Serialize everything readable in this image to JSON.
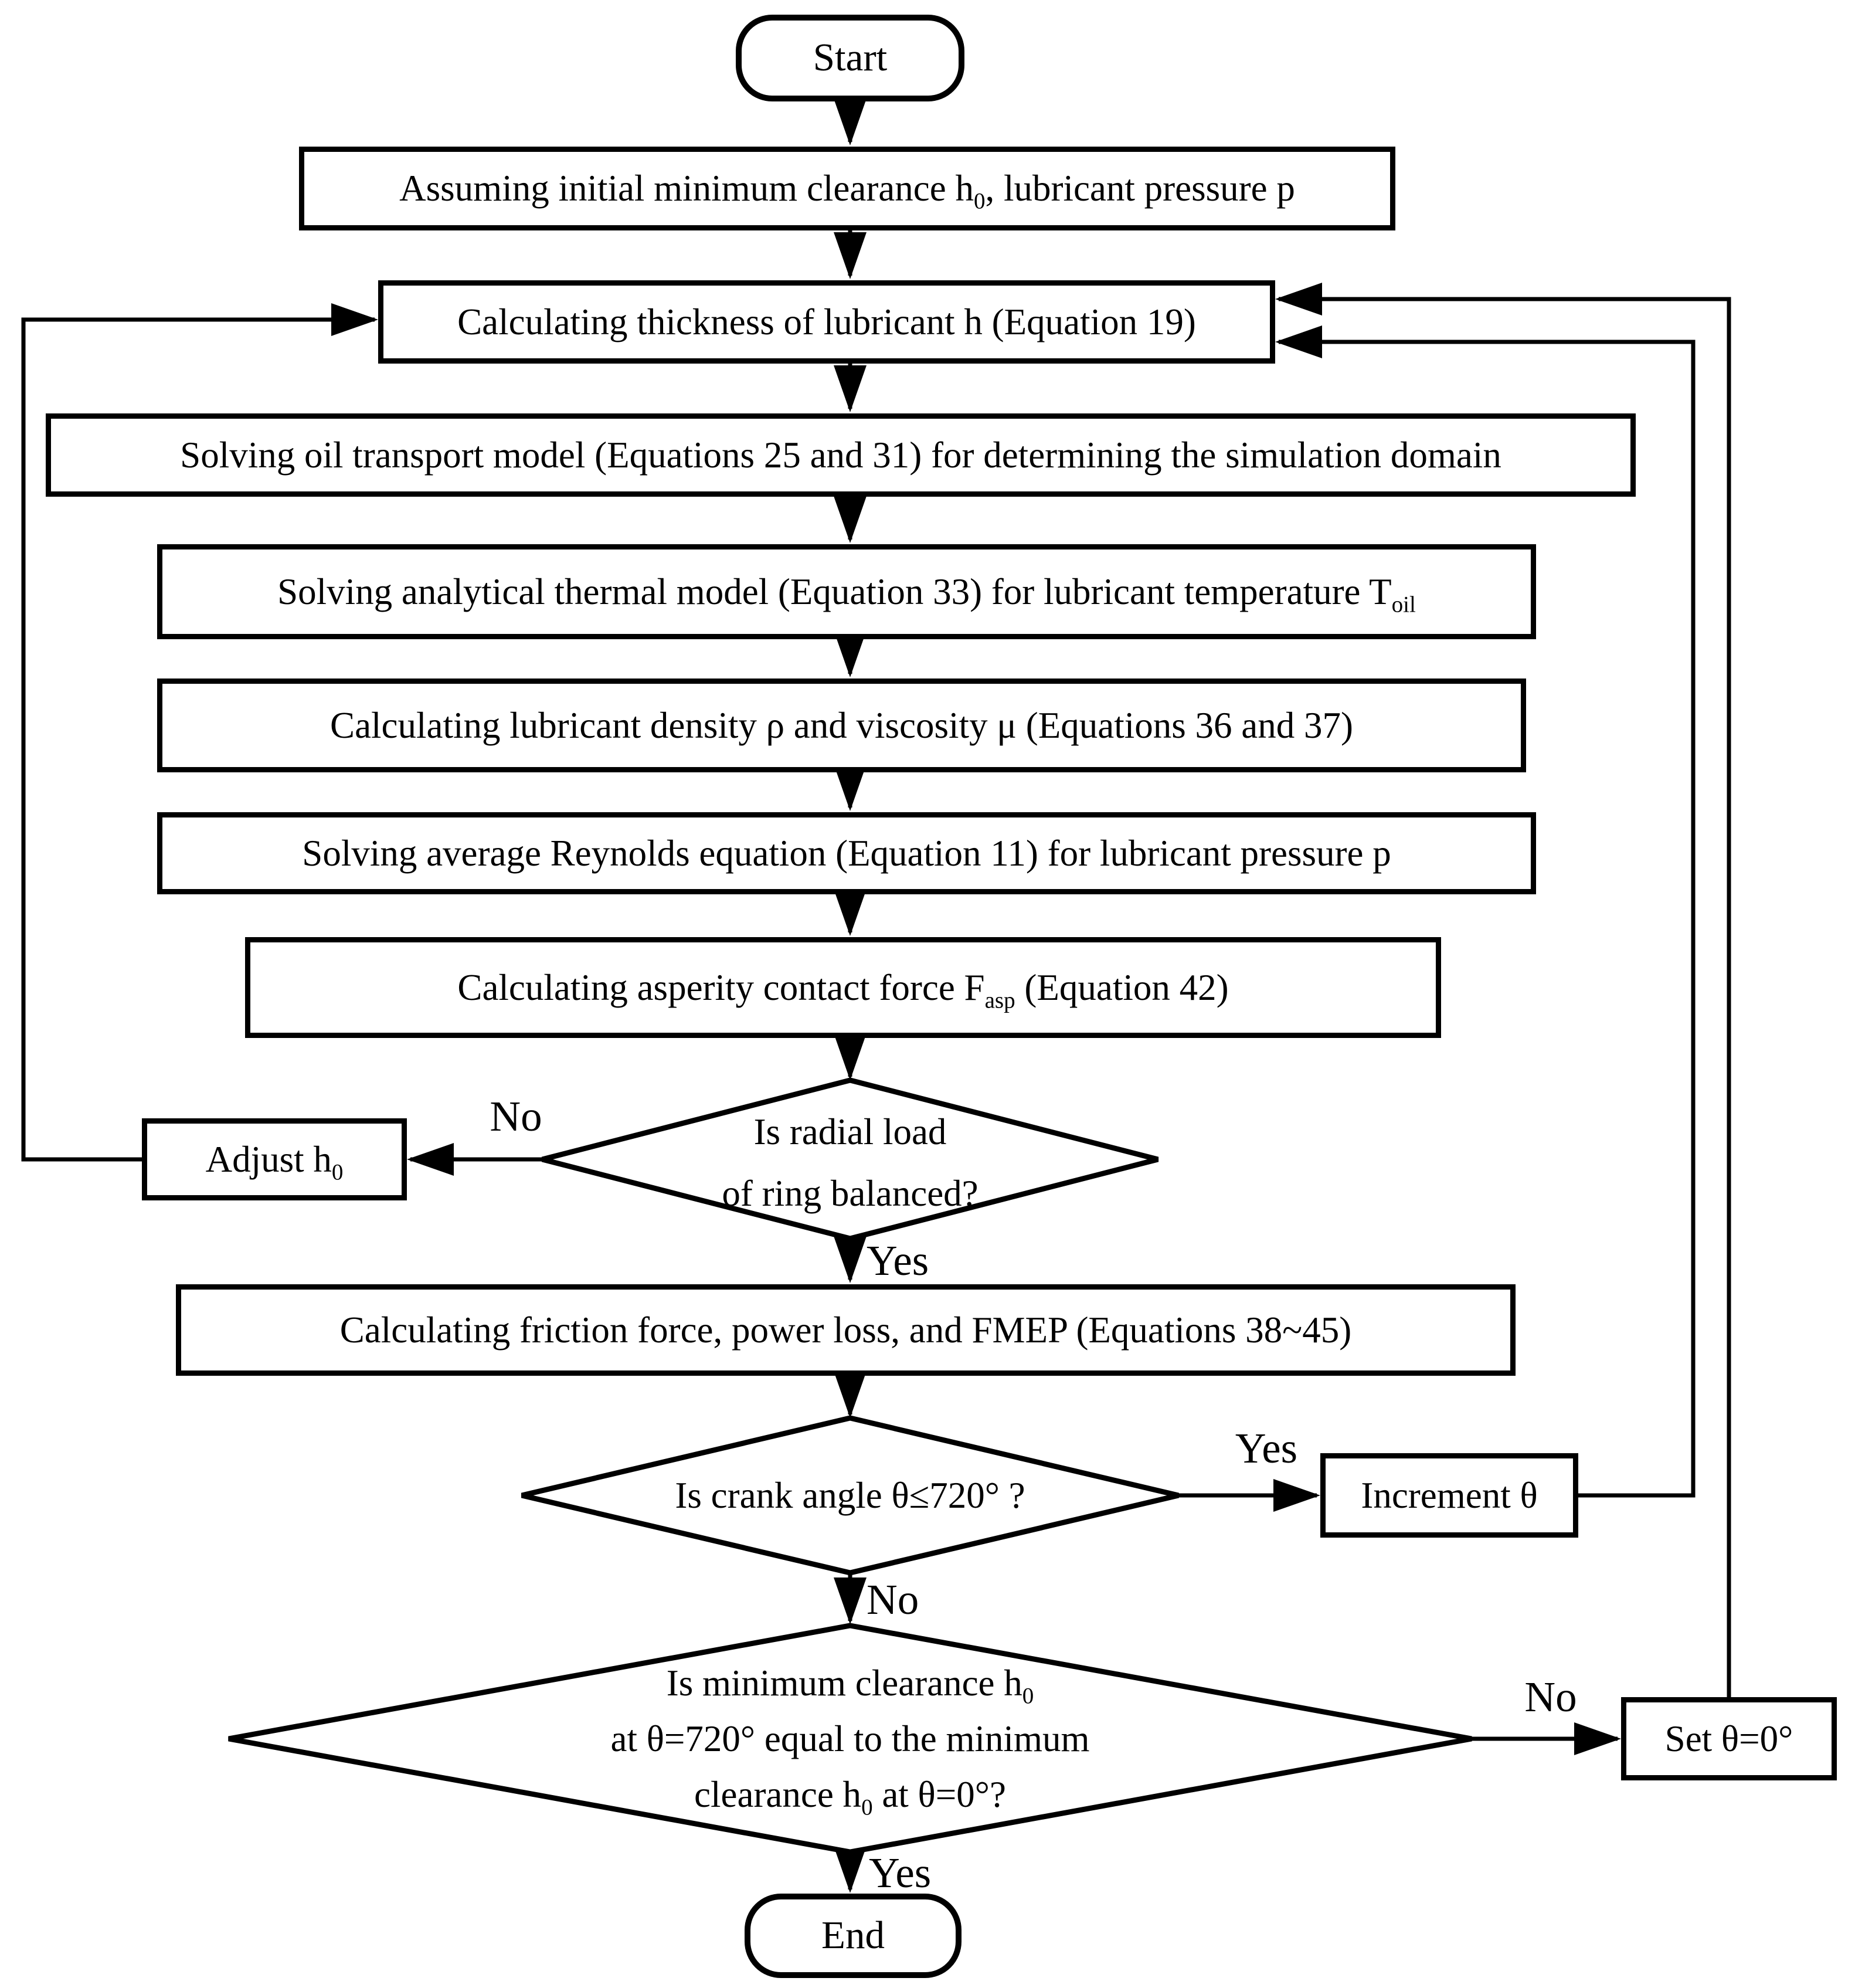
{
  "diagram": {
    "title_hint": "Piston ring lubrication simulation flowchart",
    "colors": {
      "stroke": "#000000",
      "background": "#ffffff",
      "text": "#000000"
    },
    "nodes": {
      "start": {
        "label": "Start"
      },
      "init": {
        "p1": "Assuming initial minimum clearance h",
        "sub1": "0",
        "p2": ", lubricant pressure p"
      },
      "thickness": {
        "label": "Calculating thickness of lubricant h (Equation 19)"
      },
      "oil_transport": {
        "label": "Solving oil transport model (Equations 25 and 31) for determining the simulation domain"
      },
      "thermal": {
        "p1": "Solving analytical  thermal model (Equation 33) for lubricant temperature T",
        "sub1": "oil"
      },
      "density": {
        "label": "Calculating lubricant density ρ and viscosity μ (Equations 36 and 37)"
      },
      "reynolds": {
        "label": "Solving average Reynolds equation (Equation 11) for lubricant pressure p"
      },
      "asperity": {
        "p1": "Calculating asperity contact force F",
        "sub1": "asp",
        "p2": " (Equation 42)"
      },
      "radial_check": {
        "line1": "Is radial load",
        "line2": "of ring balanced?"
      },
      "adjust": {
        "p1": "Adjust h",
        "sub1": "0"
      },
      "friction": {
        "label": "Calculating friction force, power loss, and FMEP (Equations 38~45)"
      },
      "crank_check": {
        "label": "Is crank angle θ≤720° ?"
      },
      "increment": {
        "label": "Increment θ"
      },
      "clearance_check": {
        "line1_p1": "Is minimum clearance h",
        "line1_sub": "0",
        "line2": "at θ=720° equal to the minimum",
        "line3_p1": "clearance h",
        "line3_sub": "0",
        "line3_p2": " at  θ=0°?"
      },
      "set_theta": {
        "label": "Set θ=0°"
      },
      "end": {
        "label": "End"
      }
    },
    "edge_labels": {
      "radial_no": "No",
      "radial_yes": "Yes",
      "crank_yes": "Yes",
      "crank_no": "No",
      "clearance_no": "No",
      "clearance_yes": "Yes"
    }
  }
}
